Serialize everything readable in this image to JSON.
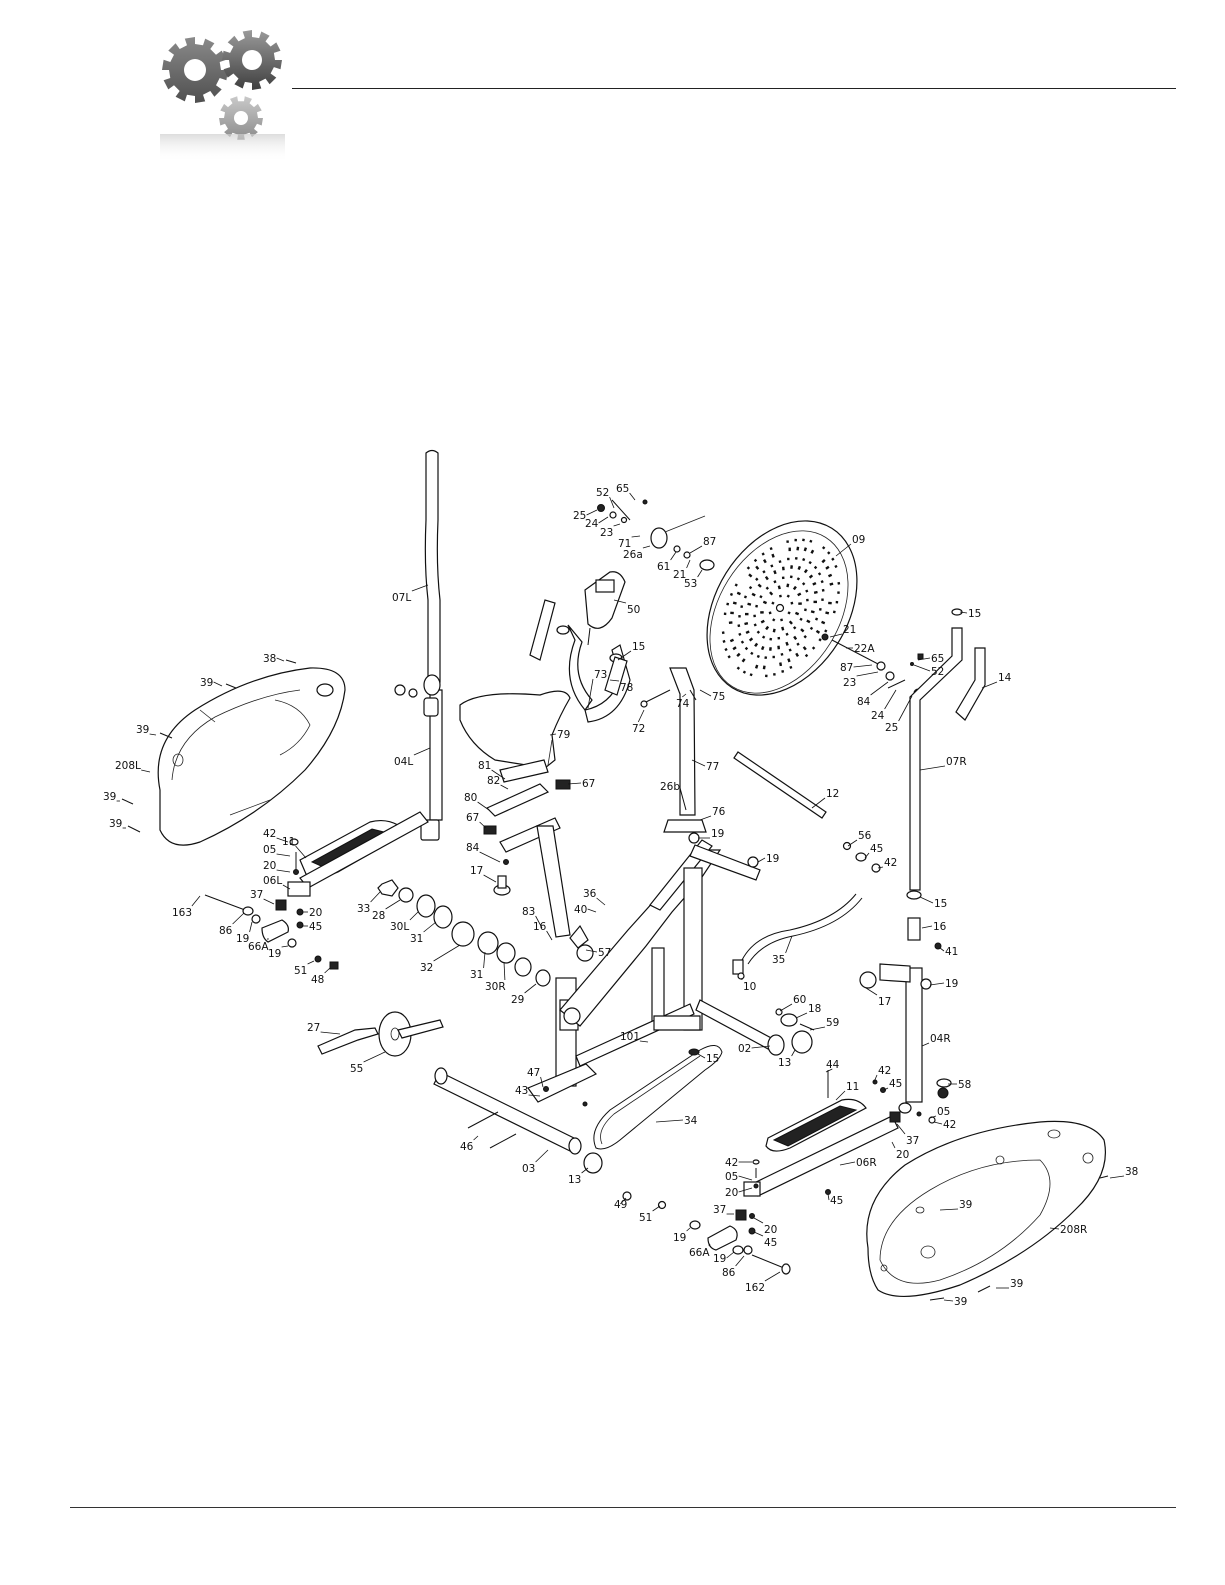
{
  "icons": {
    "header": "gears-icon"
  },
  "colors": {
    "line": "#111111",
    "gear_dark": "#6f6f6f",
    "gear_light": "#b9b9b9"
  },
  "labels": [
    {
      "id": "p07L",
      "text": "07L"
    },
    {
      "id": "p04L",
      "text": "04L"
    },
    {
      "id": "p38a",
      "text": "38"
    },
    {
      "id": "p39a",
      "text": "39"
    },
    {
      "id": "p39b",
      "text": "39"
    },
    {
      "id": "p208L",
      "text": "208L"
    },
    {
      "id": "p39c",
      "text": "39"
    },
    {
      "id": "p39d",
      "text": "39"
    },
    {
      "id": "p11a",
      "text": "11"
    },
    {
      "id": "p42a",
      "text": "42"
    },
    {
      "id": "p05a",
      "text": "05"
    },
    {
      "id": "p20a",
      "text": "20"
    },
    {
      "id": "p06L",
      "text": "06L"
    },
    {
      "id": "p37a",
      "text": "37"
    },
    {
      "id": "p20b",
      "text": "20"
    },
    {
      "id": "p163",
      "text": "163"
    },
    {
      "id": "p86a",
      "text": "86"
    },
    {
      "id": "p19a",
      "text": "19"
    },
    {
      "id": "p66Aa",
      "text": "66A"
    },
    {
      "id": "p45a",
      "text": "45"
    },
    {
      "id": "p19b",
      "text": "19"
    },
    {
      "id": "p51a",
      "text": "51"
    },
    {
      "id": "p48",
      "text": "48"
    },
    {
      "id": "p33",
      "text": "33"
    },
    {
      "id": "p28",
      "text": "28"
    },
    {
      "id": "p30L",
      "text": "30L"
    },
    {
      "id": "p31a",
      "text": "31"
    },
    {
      "id": "p32",
      "text": "32"
    },
    {
      "id": "p31b",
      "text": "31"
    },
    {
      "id": "p30R",
      "text": "30R"
    },
    {
      "id": "p29",
      "text": "29"
    },
    {
      "id": "p27",
      "text": "27"
    },
    {
      "id": "p55",
      "text": "55"
    },
    {
      "id": "p65a",
      "text": "65"
    },
    {
      "id": "p52a",
      "text": "52"
    },
    {
      "id": "p25a",
      "text": "25"
    },
    {
      "id": "p24a",
      "text": "24"
    },
    {
      "id": "p23a",
      "text": "23"
    },
    {
      "id": "p71",
      "text": "71"
    },
    {
      "id": "p26a",
      "text": "26a"
    },
    {
      "id": "p87a",
      "text": "87"
    },
    {
      "id": "p61",
      "text": "61"
    },
    {
      "id": "p21a",
      "text": "21"
    },
    {
      "id": "p53",
      "text": "53"
    },
    {
      "id": "p50",
      "text": "50"
    },
    {
      "id": "p15a",
      "text": "15"
    },
    {
      "id": "p73",
      "text": "73"
    },
    {
      "id": "p78",
      "text": "78"
    },
    {
      "id": "p79",
      "text": "79"
    },
    {
      "id": "p81",
      "text": "81"
    },
    {
      "id": "p82",
      "text": "82"
    },
    {
      "id": "p80",
      "text": "80"
    },
    {
      "id": "p67a",
      "text": "67"
    },
    {
      "id": "p67b",
      "text": "67"
    },
    {
      "id": "p84a",
      "text": "84"
    },
    {
      "id": "p17a",
      "text": "17"
    },
    {
      "id": "p83",
      "text": "83"
    },
    {
      "id": "p40",
      "text": "40"
    },
    {
      "id": "p36",
      "text": "36"
    },
    {
      "id": "p16a",
      "text": "16"
    },
    {
      "id": "p57",
      "text": "57"
    },
    {
      "id": "p09",
      "text": "09"
    },
    {
      "id": "p21b",
      "text": "21"
    },
    {
      "id": "p22A",
      "text": "22A"
    },
    {
      "id": "p65b",
      "text": "65"
    },
    {
      "id": "p52b",
      "text": "52"
    },
    {
      "id": "p87b",
      "text": "87"
    },
    {
      "id": "p23b",
      "text": "23"
    },
    {
      "id": "p84b",
      "text": "84"
    },
    {
      "id": "p24b",
      "text": "24"
    },
    {
      "id": "p25b",
      "text": "25"
    },
    {
      "id": "p72",
      "text": "72"
    },
    {
      "id": "p74",
      "text": "74"
    },
    {
      "id": "p75",
      "text": "75"
    },
    {
      "id": "p77",
      "text": "77"
    },
    {
      "id": "p26b",
      "text": "26b"
    },
    {
      "id": "p76",
      "text": "76"
    },
    {
      "id": "p19c",
      "text": "19"
    },
    {
      "id": "p19d",
      "text": "19"
    },
    {
      "id": "p12",
      "text": "12"
    },
    {
      "id": "p56",
      "text": "56"
    },
    {
      "id": "p45b",
      "text": "45"
    },
    {
      "id": "p42b",
      "text": "42"
    },
    {
      "id": "p15b",
      "text": "15"
    },
    {
      "id": "p14",
      "text": "14"
    },
    {
      "id": "p07R",
      "text": "07R"
    },
    {
      "id": "p15c",
      "text": "15"
    },
    {
      "id": "p16b",
      "text": "16"
    },
    {
      "id": "p41",
      "text": "41"
    },
    {
      "id": "p19e",
      "text": "19"
    },
    {
      "id": "p17b",
      "text": "17"
    },
    {
      "id": "p04R",
      "text": "04R"
    },
    {
      "id": "p35",
      "text": "35"
    },
    {
      "id": "p10",
      "text": "10"
    },
    {
      "id": "p60",
      "text": "60"
    },
    {
      "id": "p18",
      "text": "18"
    },
    {
      "id": "p59",
      "text": "59"
    },
    {
      "id": "p02",
      "text": "02"
    },
    {
      "id": "p13a",
      "text": "13"
    },
    {
      "id": "p101",
      "text": "101"
    },
    {
      "id": "p15d",
      "text": "15"
    },
    {
      "id": "p47",
      "text": "47"
    },
    {
      "id": "p43",
      "text": "43"
    },
    {
      "id": "p34",
      "text": "34"
    },
    {
      "id": "p46",
      "text": "46"
    },
    {
      "id": "p03",
      "text": "03"
    },
    {
      "id": "p13b",
      "text": "13"
    },
    {
      "id": "p49",
      "text": "49"
    },
    {
      "id": "p51b",
      "text": "51"
    },
    {
      "id": "p44",
      "text": "44"
    },
    {
      "id": "p11b",
      "text": "11"
    },
    {
      "id": "p42c",
      "text": "42"
    },
    {
      "id": "p45c",
      "text": "45"
    },
    {
      "id": "p58",
      "text": "58"
    },
    {
      "id": "p05b",
      "text": "05"
    },
    {
      "id": "p42d",
      "text": "42"
    },
    {
      "id": "p37b",
      "text": "37"
    },
    {
      "id": "p20c",
      "text": "20"
    },
    {
      "id": "p06R",
      "text": "06R"
    },
    {
      "id": "p42e",
      "text": "42"
    },
    {
      "id": "p05c",
      "text": "05"
    },
    {
      "id": "p20d",
      "text": "20"
    },
    {
      "id": "p45d",
      "text": "45"
    },
    {
      "id": "p37c",
      "text": "37"
    },
    {
      "id": "p20e",
      "text": "20"
    },
    {
      "id": "p45e",
      "text": "45"
    },
    {
      "id": "p19f",
      "text": "19"
    },
    {
      "id": "p66Ab",
      "text": "66A"
    },
    {
      "id": "p19g",
      "text": "19"
    },
    {
      "id": "p86b",
      "text": "86"
    },
    {
      "id": "p162",
      "text": "162"
    },
    {
      "id": "p38b",
      "text": "38"
    },
    {
      "id": "p39e",
      "text": "39"
    },
    {
      "id": "p208R",
      "text": "208R"
    },
    {
      "id": "p39f",
      "text": "39"
    },
    {
      "id": "p39g",
      "text": "39"
    }
  ]
}
